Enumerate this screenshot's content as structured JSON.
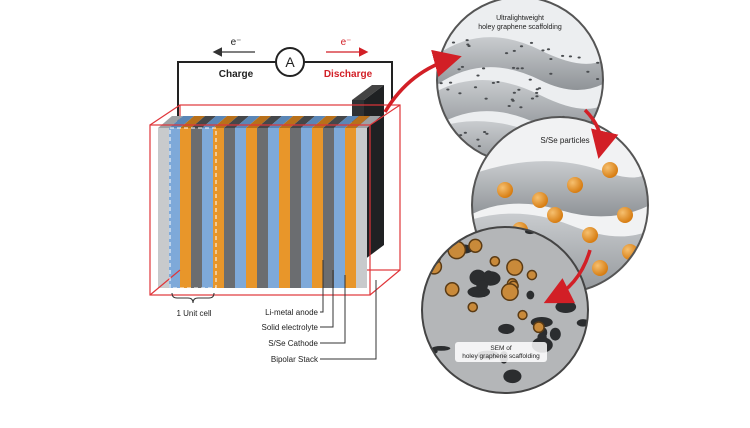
{
  "circuit": {
    "electron_left": "e⁻",
    "electron_right": "e⁻",
    "meter": "A",
    "charge": "Charge",
    "discharge": "Discharge"
  },
  "legend": {
    "unit_cell": "1 Unit cell",
    "anode": "Li-metal anode",
    "electrolyte": "Solid electrolyte",
    "cathode": "S/Se Cathode",
    "stack": "Bipolar  Stack"
  },
  "insets": {
    "top_line1": "Ultralightweight",
    "top_line2": "holey graphene scaffolding",
    "middle": "S/Se particles",
    "bottom_line1": "SEM of",
    "bottom_line2": "holey graphene scaffolding"
  },
  "colors": {
    "anode": "#6b6d70",
    "electrolyte": "#7ea9d9",
    "cathode": "#e8962a",
    "collector": "#c8cacc",
    "frame": "#e0353a",
    "arrow": "#d21f26"
  }
}
